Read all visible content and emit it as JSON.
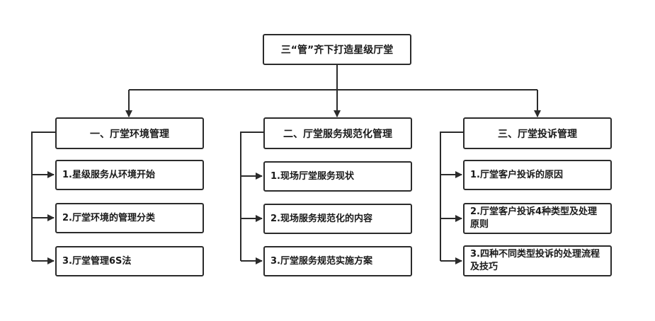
{
  "root": {
    "label": "三“管”齐下打造星级厅堂"
  },
  "branches": [
    {
      "label": "一、厅堂环境管理",
      "items": [
        "1.星级服务从环境开始",
        "2.厅堂环境的管理分类",
        "3.厅堂管理6S法"
      ]
    },
    {
      "label": "二、厅堂服务规范化管理",
      "items": [
        "1.现场厅堂服务现状",
        "2.现场服务规范化的内容",
        "3.厅堂服务规范实施方案"
      ]
    },
    {
      "label": "三、厅堂投诉管理",
      "items": [
        "1.厅堂客户投诉的原因",
        "2.厅堂客户投诉4种类型及处理原则",
        "3.四种不同类型投诉的处理流程及技巧"
      ]
    }
  ],
  "colors": {
    "line": "#2b2b2b",
    "box_border": "#2b2b2b",
    "text": "#1a1a1a"
  }
}
